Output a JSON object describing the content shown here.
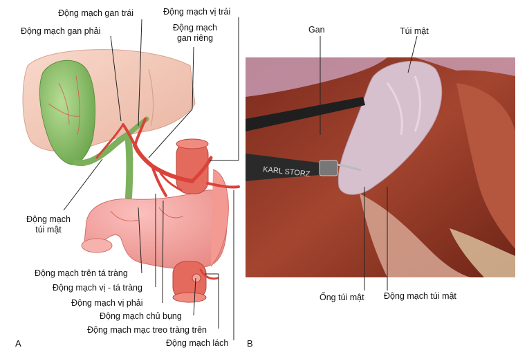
{
  "panel_a": {
    "letter": "A",
    "labels": {
      "left_hepatic": "Động mạch gan trái",
      "left_gastric": "Động mạch vị trái",
      "right_hepatic": "Động mạch gan phải",
      "proper_hepatic": "Động mạch\ngan riêng",
      "cystic": "Động mạch\ntúi mật",
      "supraduodenal": "Động mạch trên tá tràng",
      "gastroduodenal": "Động mạch vị - tá tràng",
      "right_gastric": "Động mạch vị phải",
      "celiac": "Động mạch chủ bụng",
      "sma": "Động mạch mạc treo tràng trên",
      "splenic": "Động mạch lách"
    }
  },
  "panel_b": {
    "letter": "B",
    "labels": {
      "liver": "Gan",
      "gallbladder": "Túi mật",
      "cystic_duct": "Ống túi mật",
      "cystic_artery": "Động mạch túi mật"
    },
    "instrument_text": "KARL STORZ"
  },
  "colors": {
    "gallbladder": "#8dbf6e",
    "artery": "#d9534f",
    "duodenum": "#f4a0a0",
    "liver_illustration": "#f3c7b7",
    "photo_liver": "#9c3b2a"
  }
}
